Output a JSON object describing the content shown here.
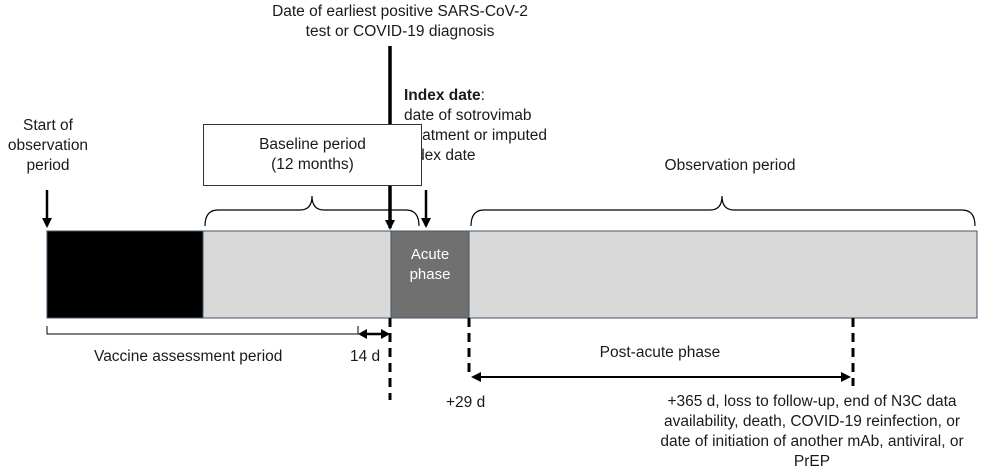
{
  "labels": {
    "earliest_test_line1": "Date of earliest positive SARS-CoV-2",
    "earliest_test_line2": "test or COVID-19 diagnosis",
    "index_title": "Index date",
    "index_colon": ":",
    "index_line2": "date of sotrovimab",
    "index_line3": "treatment or imputed",
    "index_line4": "index date",
    "start_line1": "Start of",
    "start_line2": "observation",
    "start_line3": "period",
    "baseline_line1": "Baseline period",
    "baseline_line2": "(12 months)",
    "observation_period": "Observation period",
    "acute_line1": "Acute",
    "acute_line2": "phase",
    "vaccine_assessment": "Vaccine assessment period",
    "fourteen_days": "14 d",
    "post_acute": "Post-acute phase",
    "plus29": "+29 d",
    "end_line1": "+365 d, loss to follow-up, end of N3C data",
    "end_line2": "availability,  death,  COVID-19 reinfection, or",
    "end_line3": "date of initiation of another mAb, antiviral,  or",
    "end_line4": "PrEP"
  },
  "colors": {
    "vaccine_segment": "#000000",
    "baseline_segment": "#d9d9d9",
    "acute_segment": "#707070",
    "observation_segment": "#d9d9d9",
    "bar_border": "#44546a"
  }
}
